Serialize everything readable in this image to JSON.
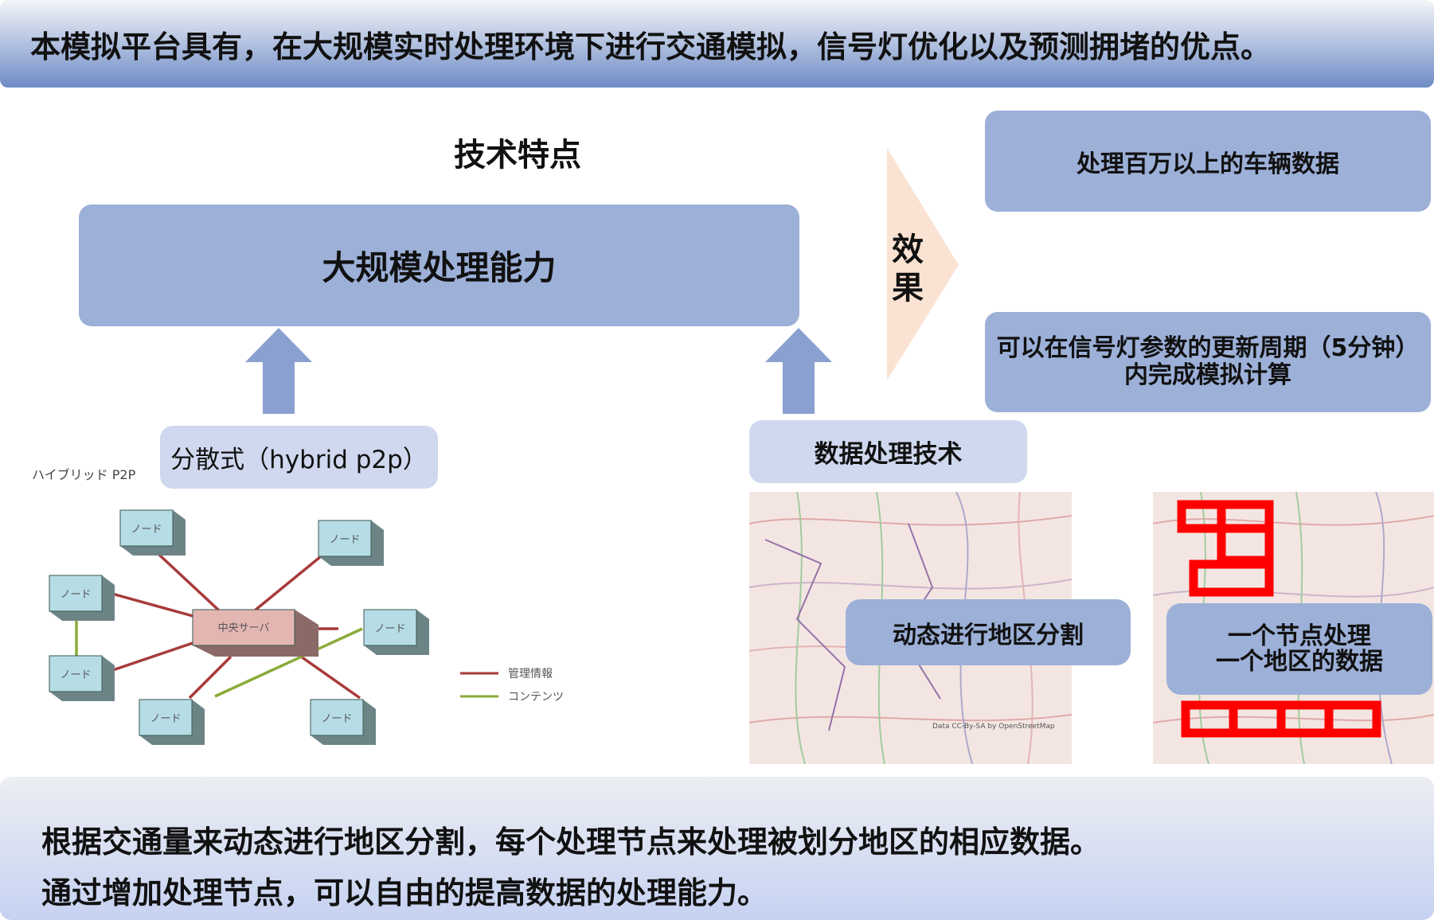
{
  "banner": {
    "text": "本模拟平台具有，在大规模实时处理环境下进行交通模拟，信号灯优化以及预测拥堵的优点。"
  },
  "tech": {
    "heading": "技术特点",
    "main": "大规模处理能力",
    "left_method": "分散式（hybrid p2p）",
    "right_method": "数据处理技术"
  },
  "effect": {
    "label_line1": "效",
    "label_line2": "果",
    "item1": "处理百万以上的车辆数据",
    "item2_line1": "可以在信号灯参数的更新周期（5分钟）",
    "item2_line2": "内完成模拟计算"
  },
  "p2p": {
    "title": "ハイブリッド P2P",
    "node": "ノード",
    "server": "中央サーバ",
    "legend_mgmt": "管理情報",
    "legend_content": "コンテンツ"
  },
  "maps": {
    "split_label": "动态进行地区分割",
    "node_line1": "一个节点处理",
    "node_line2": "一个地区的数据",
    "attribution": "Data CC-By-SA by OpenStreetMap"
  },
  "bottom": {
    "line1": "根据交通量来动态进行地区分割，每个处理节点来处理被划分地区的相应数据。",
    "line2": "通过增加处理节点，可以自由的提高数据的处理能力。"
  },
  "colors": {
    "box": "#9cb0d8",
    "light_box": "#cfd8ee",
    "arrow": "#8aa0d0",
    "effect": "#fbe3d3",
    "red": "#ff0000"
  }
}
